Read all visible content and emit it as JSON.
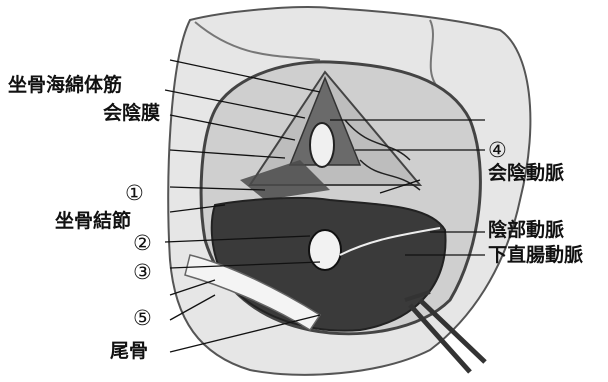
{
  "labels": {
    "bulbospongiosus": "坐骨海綿体筋",
    "perineal_membrane": "会陰膜",
    "circle_1": "①",
    "sacrotuberous_ligament": "坐骨結節",
    "circle_2": "②",
    "circle_3": "③",
    "circle_5": "⑤",
    "coccyx": "尾骨",
    "circle_4": "④",
    "perineal_artery": "会陰動脈",
    "pudendal_artery": "陰部動脈",
    "inferior_rectal_artery": "下直腸動脈"
  },
  "colors": {
    "ink": "#111111",
    "dark_tissue": "#3a3a3a",
    "mid_tissue": "#8a8a8a",
    "light_tissue": "#d6d6d6",
    "skin": "#e6e6e6"
  },
  "icons": [
    "retractor-icon"
  ]
}
